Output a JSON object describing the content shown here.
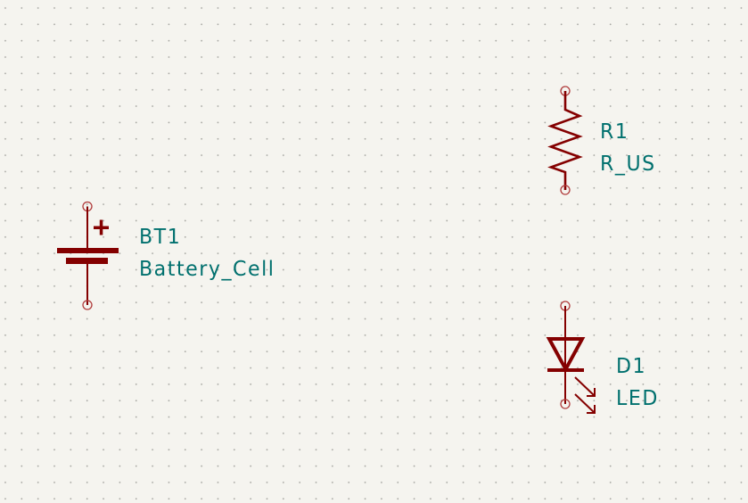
{
  "app": "schematic-editor",
  "colors": {
    "background": "#f5f4ef",
    "grid_dot": "#a9a9a4",
    "symbol_body": "#840000",
    "pin_circle": "#b03c3c",
    "field_text": "#00706e"
  },
  "components": [
    {
      "reference": "BT1",
      "value": "Battery_Cell",
      "type": "battery-cell"
    },
    {
      "reference": "R1",
      "value": "R_US",
      "type": "resistor-us"
    },
    {
      "reference": "D1",
      "value": "LED",
      "type": "led"
    }
  ]
}
